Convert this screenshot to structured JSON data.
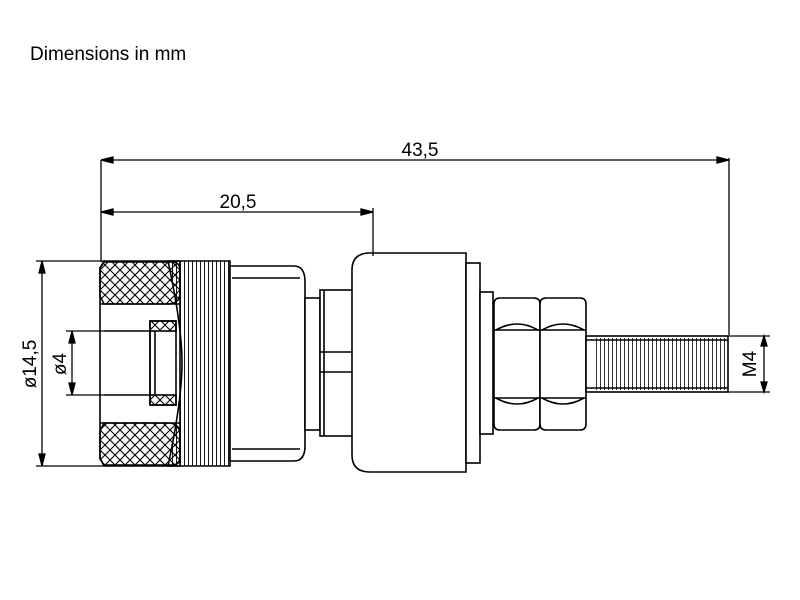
{
  "caption": "Dimensions in mm",
  "dimensions": {
    "overall_length": "43,5",
    "head_length": "20,5",
    "head_diameter": "ø14,5",
    "bore_diameter": "ø4",
    "thread": "M4"
  },
  "colors": {
    "line": "#000000",
    "background": "#ffffff"
  }
}
